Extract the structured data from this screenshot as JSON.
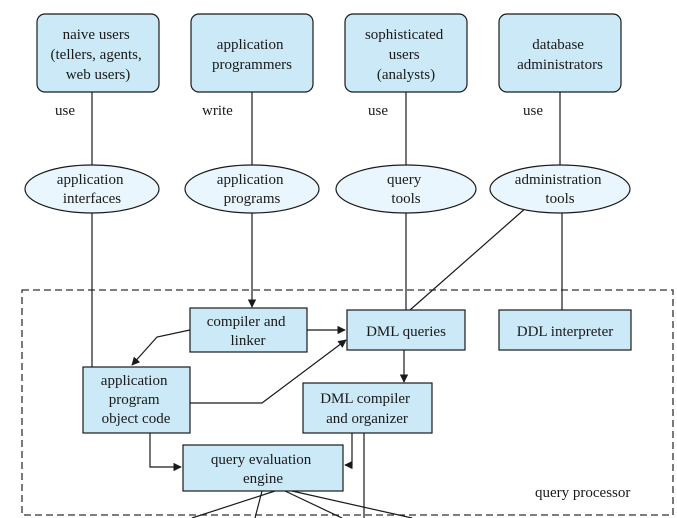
{
  "users": {
    "naive": [
      "naive users",
      "(tellers, agents,",
      "web users)"
    ],
    "programmers": [
      "application",
      "programmers"
    ],
    "sophisticated": [
      "sophisticated",
      "users",
      "(analysts)"
    ],
    "dba": [
      "database",
      "administrators"
    ]
  },
  "edge_labels": {
    "use1": "use",
    "write": "write",
    "use2": "use",
    "use3": "use"
  },
  "tools": {
    "app_interfaces": [
      "application",
      "interfaces"
    ],
    "app_programs": [
      "application",
      "programs"
    ],
    "query_tools": [
      "query",
      "tools"
    ],
    "admin_tools": [
      "administration",
      "tools"
    ]
  },
  "query_processor": {
    "label": "query processor",
    "compiler_linker": [
      "compiler and",
      "linker"
    ],
    "dml_queries": [
      "DML queries"
    ],
    "ddl_interpreter": [
      "DDL interpreter"
    ],
    "app_object_code": [
      "application",
      "program",
      "object code"
    ],
    "dml_compiler": [
      "DML compiler",
      "and organizer"
    ],
    "query_eval_engine": [
      "query evaluation",
      "engine"
    ]
  },
  "colors": {
    "fill": "#cce9f7",
    "stroke": "#1a1a1a",
    "border": "#333333"
  }
}
